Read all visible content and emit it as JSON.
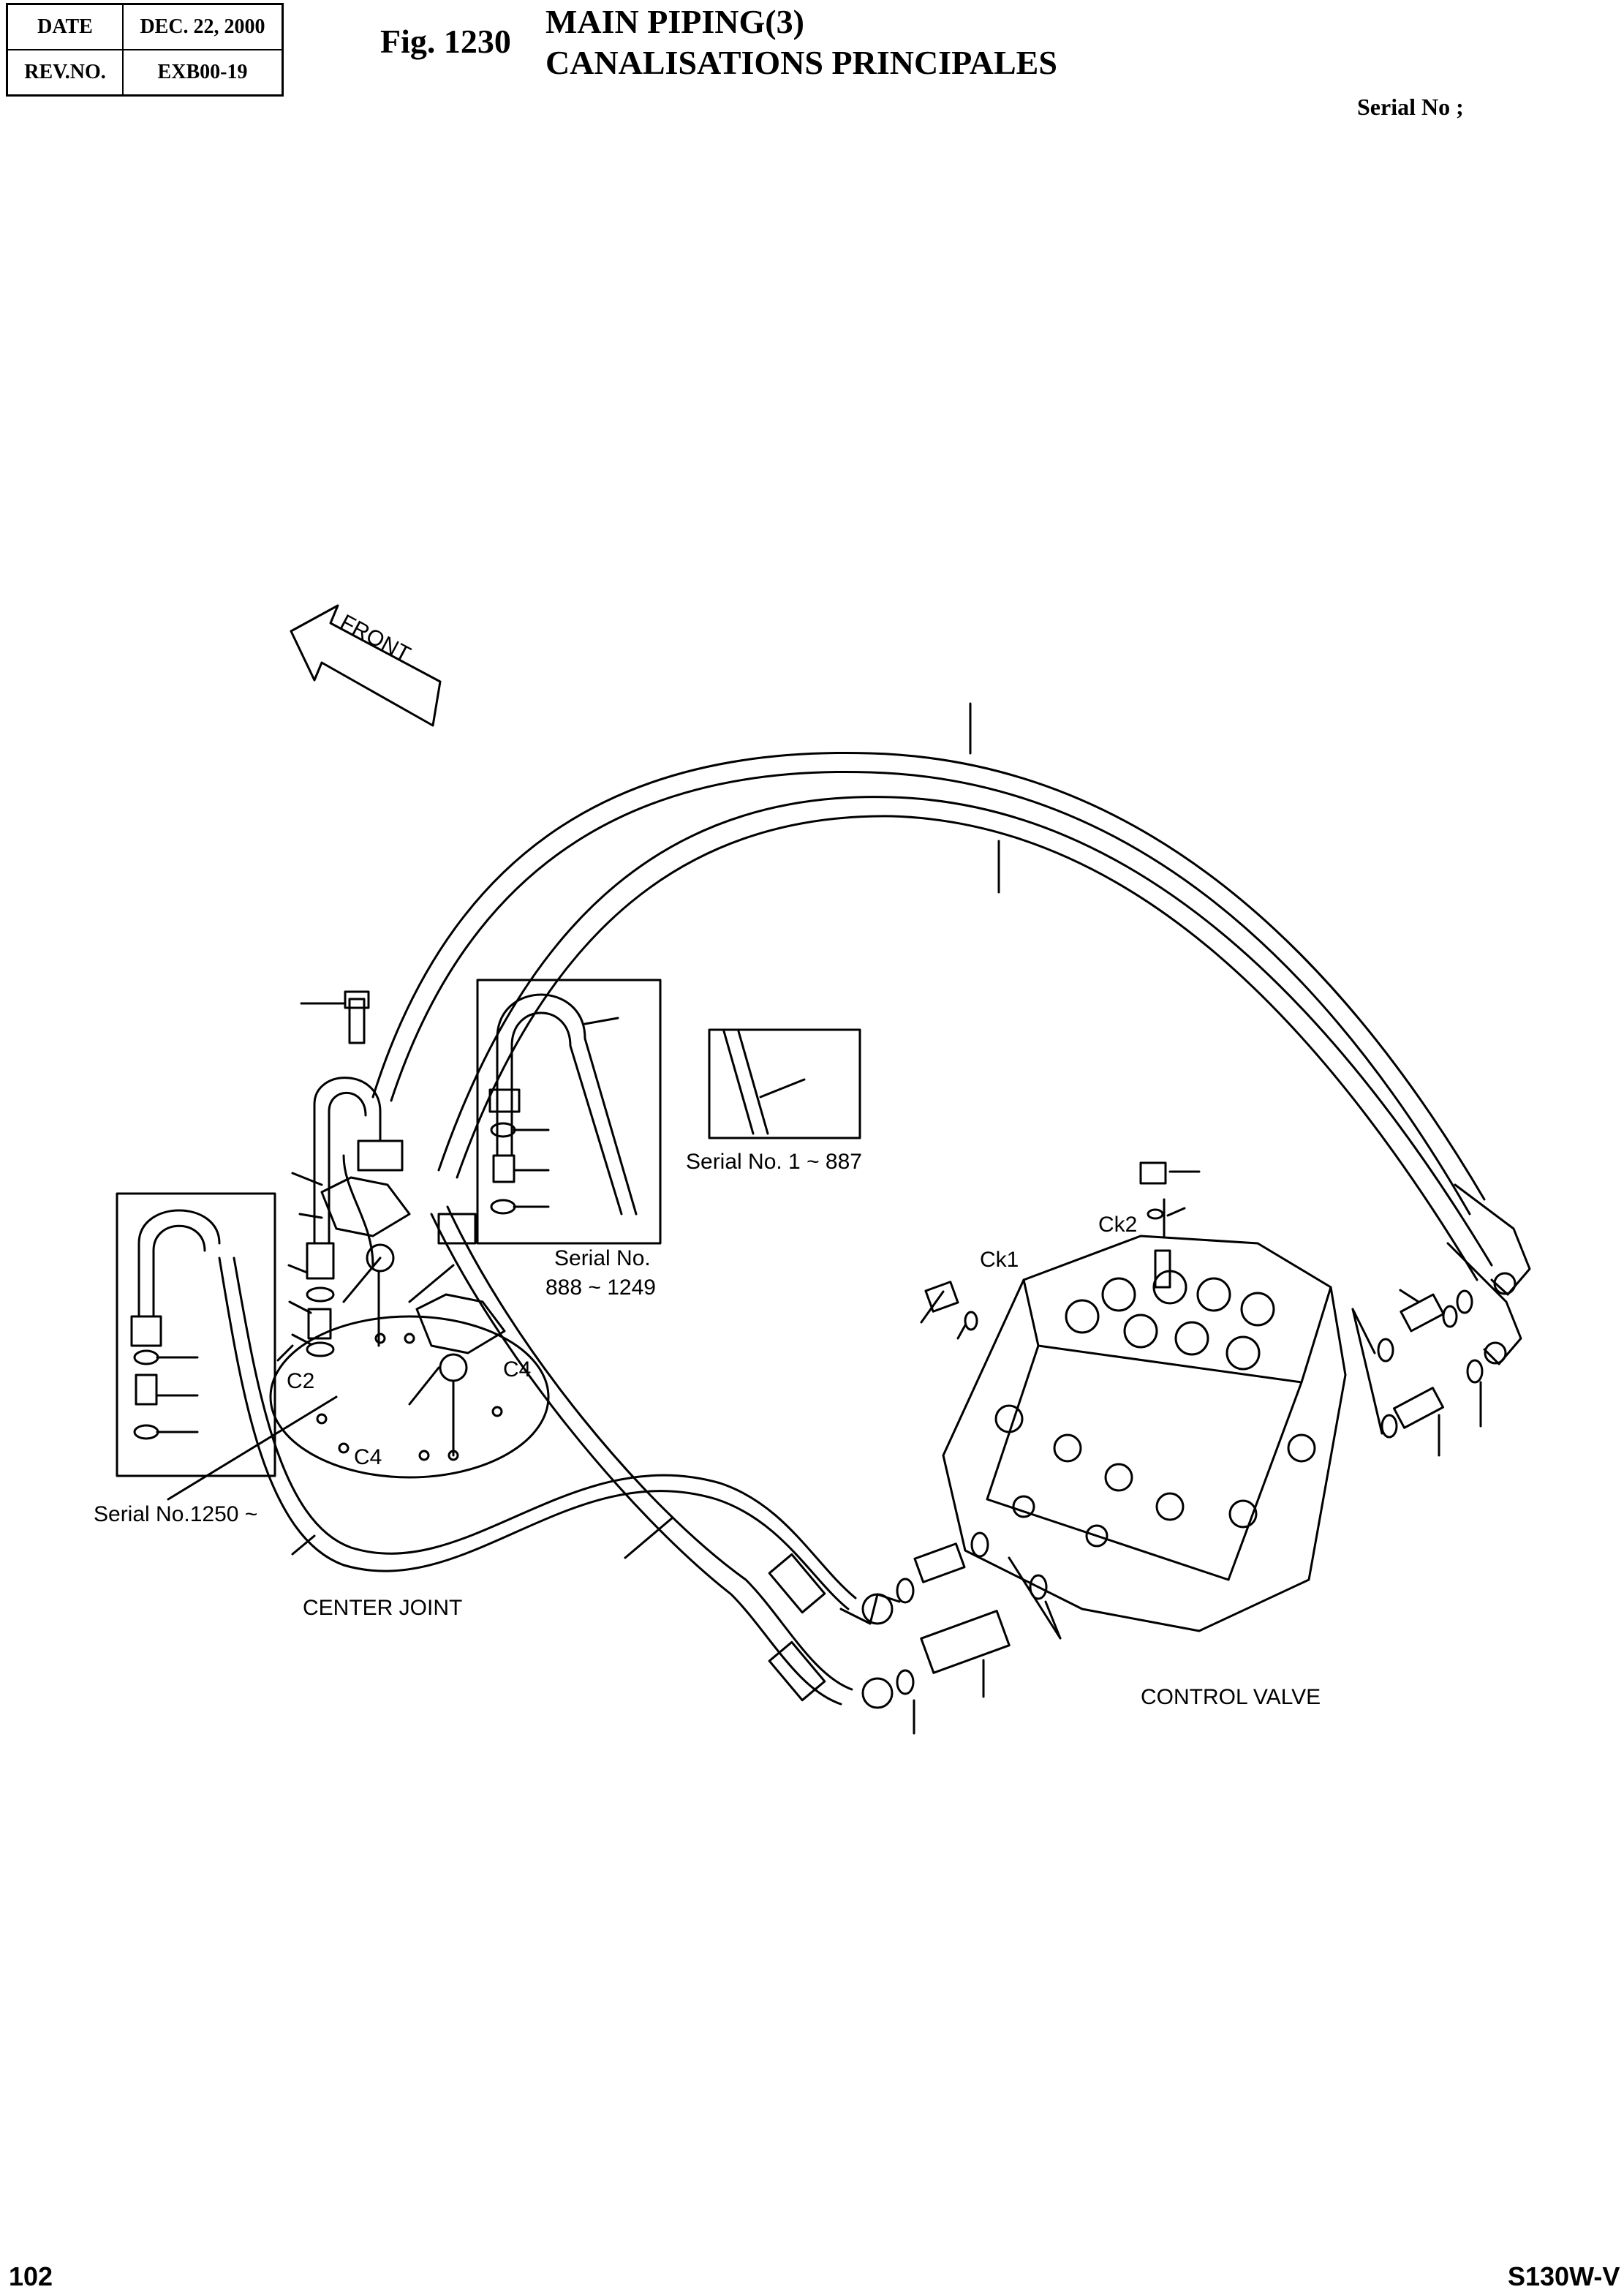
{
  "header": {
    "date_label": "DATE",
    "date_value": "DEC. 22, 2000",
    "rev_label": "REV.NO.",
    "rev_value": "EXB00-19"
  },
  "figure": {
    "number": "Fig. 1230",
    "title_line1": "MAIN PIPING(3)",
    "title_line2": "CANALISATIONS PRINCIPALES",
    "serial_heading": "Serial No ;"
  },
  "drawing": {
    "front_label": "FRONT",
    "callouts": {
      "serial_1_887": "Serial No. 1 ~ 887",
      "serial_888_line1": "Serial No.",
      "serial_888_line2": "888 ~ 1249",
      "serial_1250": "Serial No.1250 ~",
      "center_joint": "CENTER JOINT",
      "control_valve": "CONTROL VALVE",
      "ck1": "Ck1",
      "ck2": "Ck2",
      "c2": "C2",
      "c4_right": "C4",
      "c4_bottom": "C4"
    }
  },
  "footer": {
    "page_number": "102",
    "model": "S130W-V"
  }
}
